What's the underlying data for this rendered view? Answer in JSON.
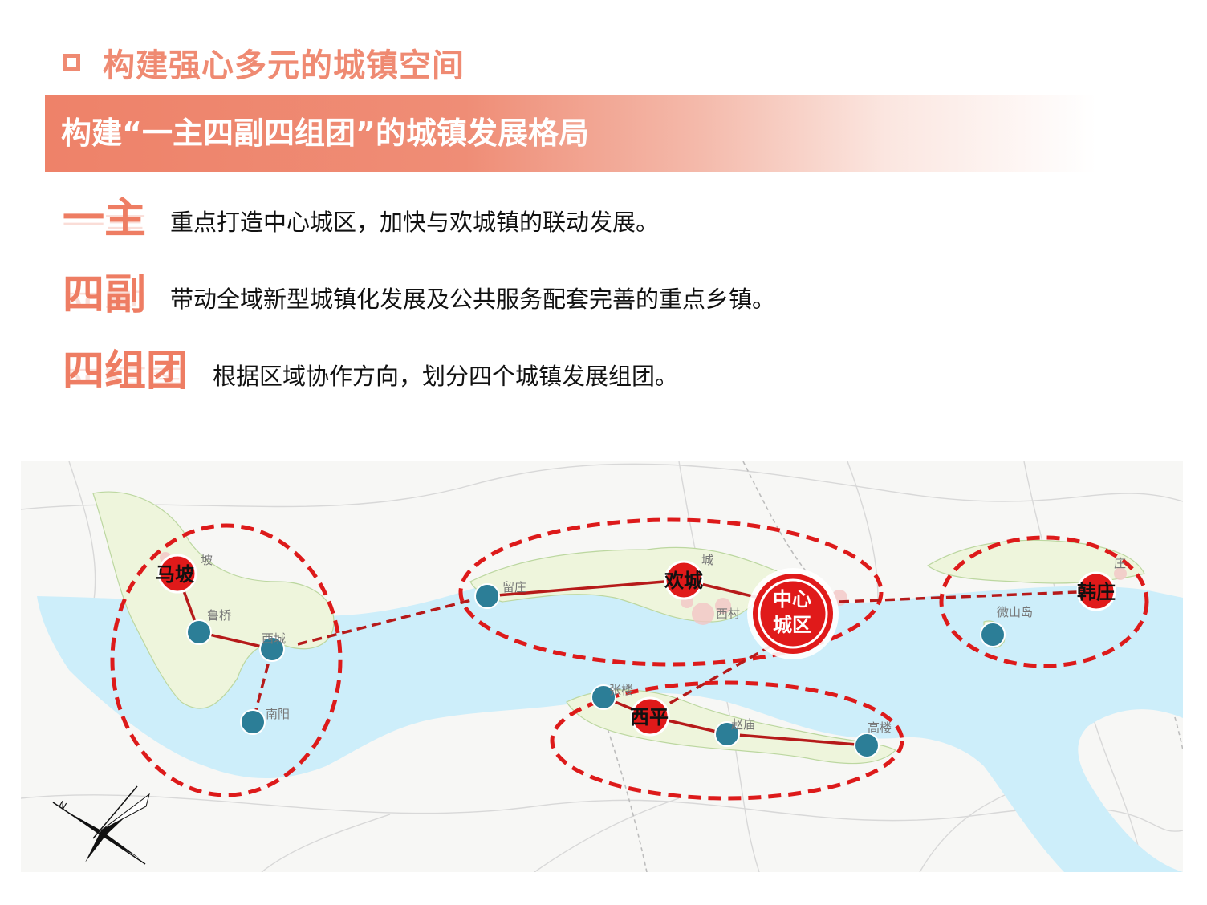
{
  "header": {
    "title": "构建强心多元的城镇空间",
    "banner": "构建“一主四副四组团”的城镇发展格局"
  },
  "items": [
    {
      "key": "一主",
      "desc": "重点打造中心城区，加快与欢城镇的联动发展。"
    },
    {
      "key": "四副",
      "desc": "带动全域新型城镇化发展及公共服务配套完善的重点乡镇。"
    },
    {
      "key": "四组团",
      "desc": "根据区域协作方向，划分四个城镇发展组团。"
    }
  ],
  "map": {
    "center_label_1": "中心",
    "center_label_2": "城区",
    "towns": {
      "mapo": "马坡",
      "huancheng": "欢城",
      "hanzhuang": "韩庄",
      "xiping": "西平"
    },
    "places": {
      "lu_qiao": "鲁桥",
      "xi_cheng": "西城",
      "nan_yang": "南阳",
      "liu_zhuang": "留庄",
      "ximu": "西村",
      "weishan_dao": "微山岛",
      "zhang_lou": "张楼",
      "zhao_miao": "赵庙",
      "gao_lou": "高楼",
      "po_small": "坡",
      "cheng_small": "城",
      "zhuang_small": "庄"
    },
    "compass_label": "N",
    "colors": {
      "water": "#cdeefa",
      "land": "#eef5dc",
      "accent": "#dd1a1a",
      "node": "#2c7e97",
      "link": "#b61a1a"
    }
  }
}
